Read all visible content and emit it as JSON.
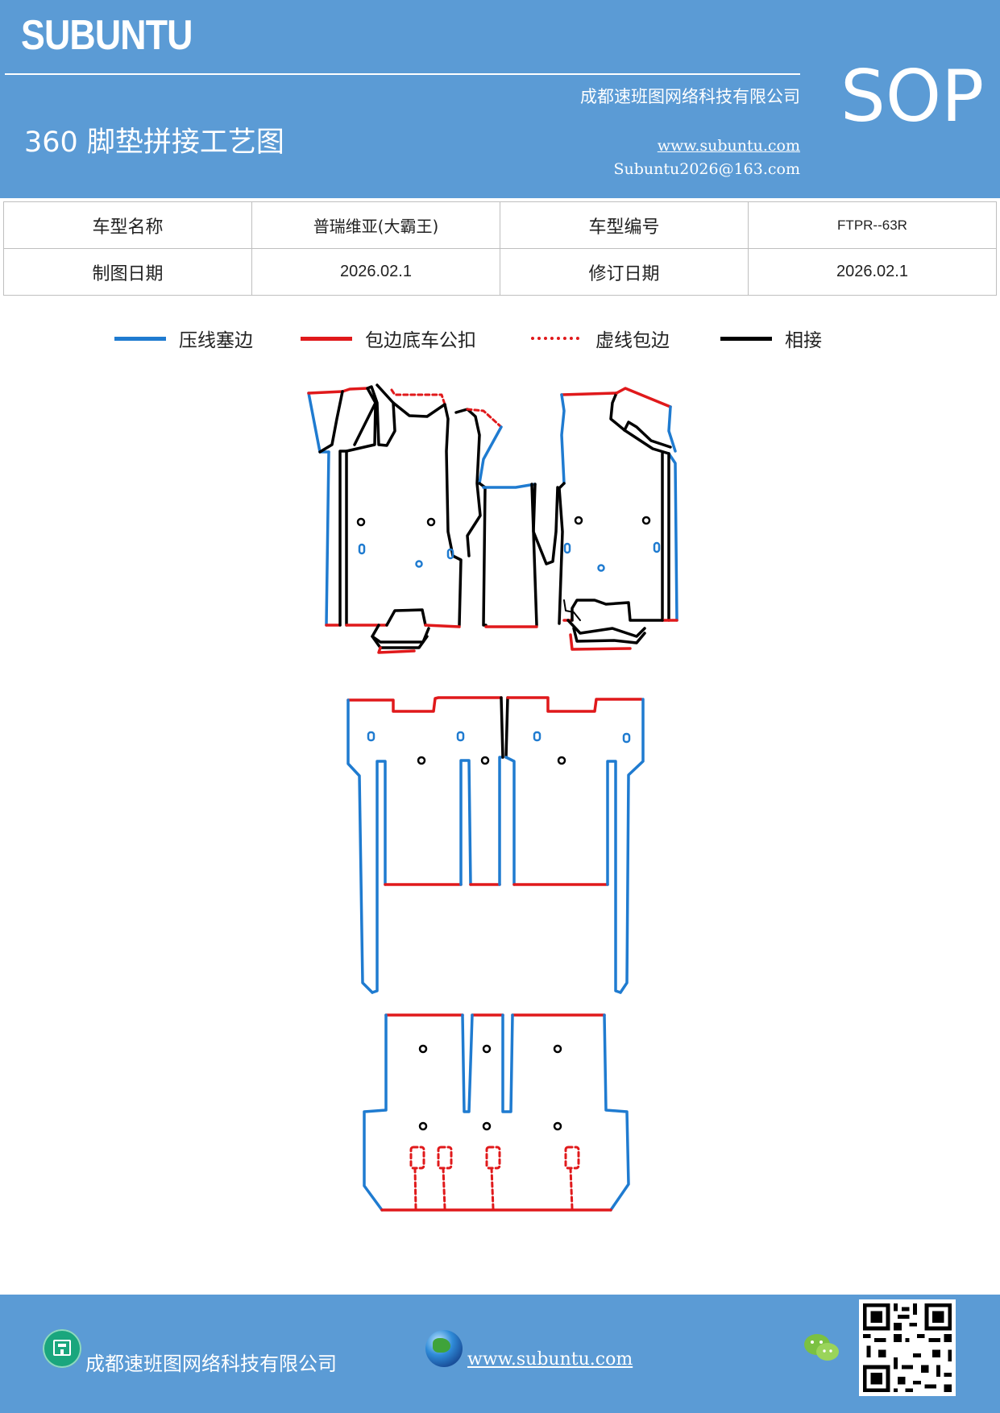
{
  "header": {
    "logo": "SUBUNTU",
    "company": "成都速班图网络科技有限公司",
    "title": "360 脚垫拼接工艺图",
    "website": "www.subuntu.com",
    "email": "Subuntu2026@163.com",
    "badge": "SOP"
  },
  "info": {
    "model_name_label": "车型名称",
    "model_name_value": "普瑞维亚(大霸王)",
    "model_code_label": "车型编号",
    "model_code_value": "FTPR--63R",
    "draw_date_label": "制图日期",
    "draw_date_value": "2026.02.1",
    "revise_date_label": "修订日期",
    "revise_date_value": "2026.02.1"
  },
  "legend": [
    {
      "label": "压线塞边",
      "color": "#1f7bd0",
      "style": "solid"
    },
    {
      "label": "包边底车公扣",
      "color": "#e0191b",
      "style": "solid"
    },
    {
      "label": "虚线包边",
      "color": "#e0191b",
      "style": "dotted"
    },
    {
      "label": "相接",
      "color": "#000000",
      "style": "solid"
    }
  ],
  "footer": {
    "company": "成都速班图网络科技有限公司",
    "website": "www.subuntu.com",
    "icons": [
      "building-icon",
      "globe-icon",
      "wechat-icon",
      "qr-code"
    ]
  },
  "colors": {
    "header_bg": "#5b9bd5",
    "blue_line": "#1f7bd0",
    "red_line": "#e0191b",
    "black_line": "#000000"
  }
}
